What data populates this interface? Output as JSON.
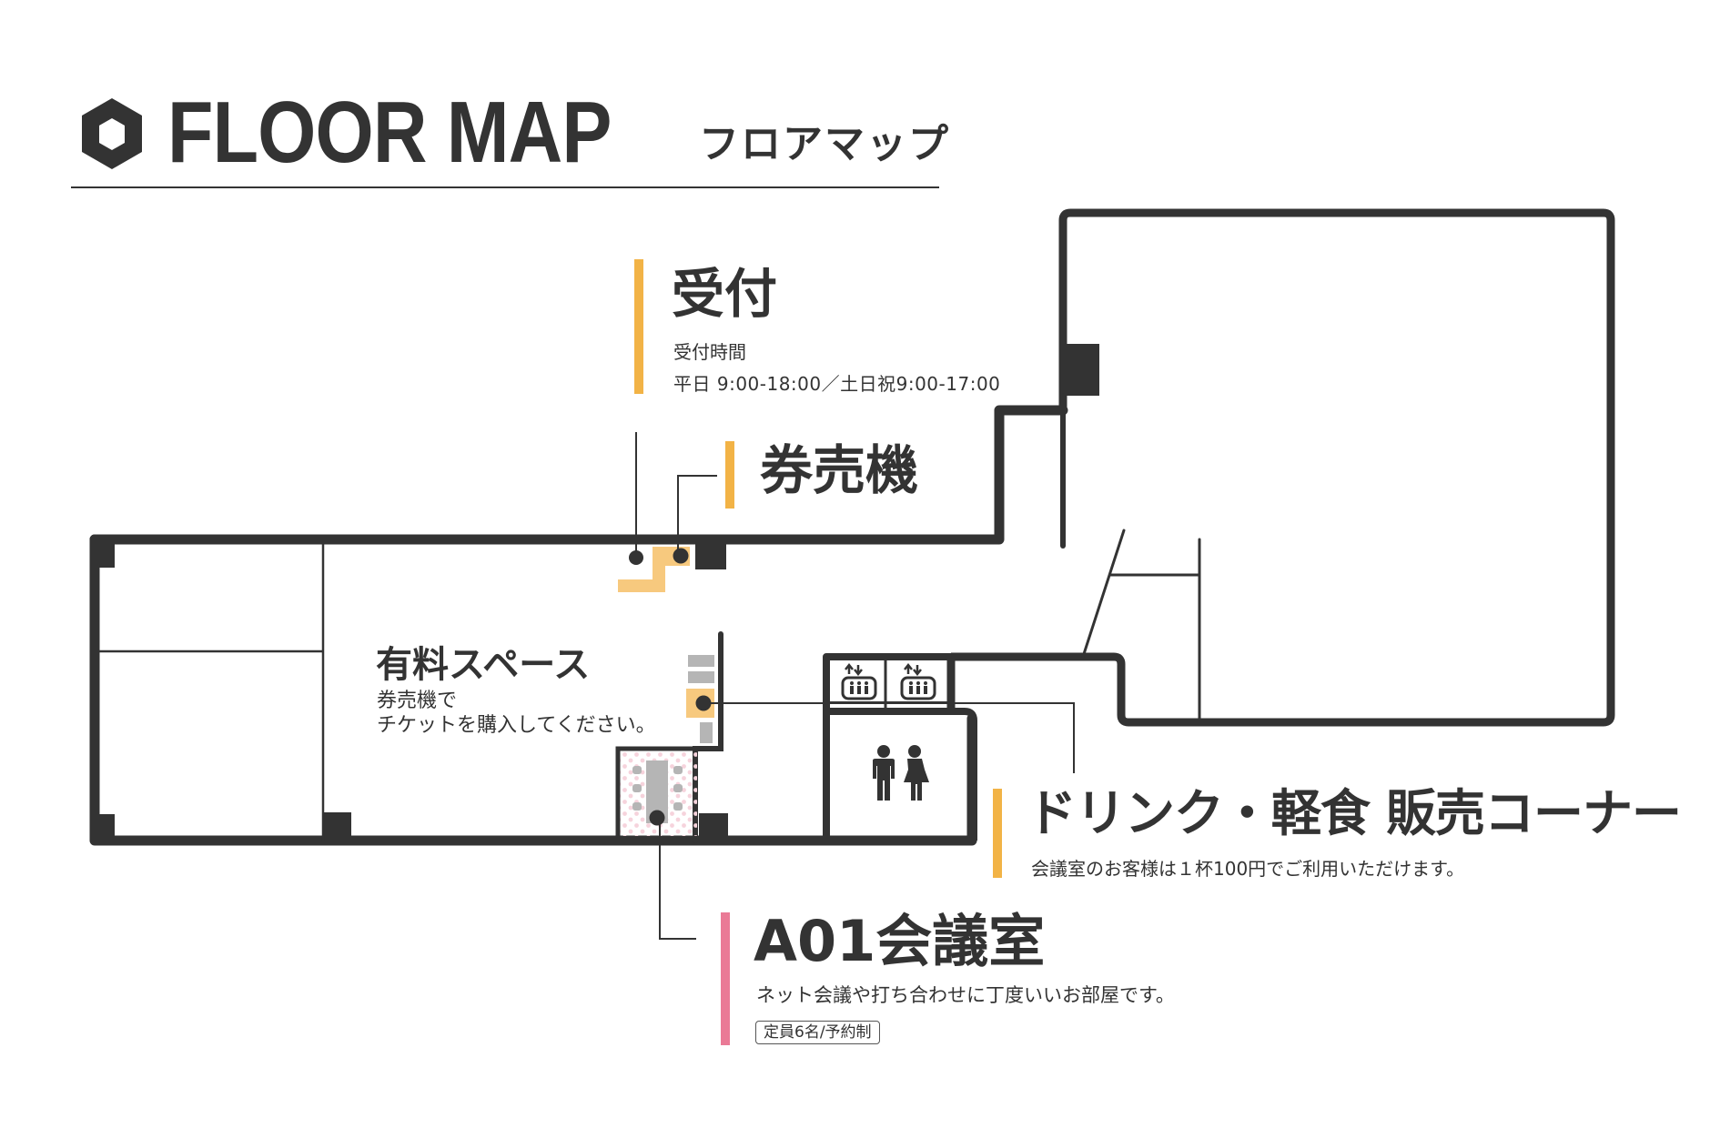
{
  "header": {
    "icon": "hexagon-icon",
    "title_en": "FLOOR MAP",
    "title_ja": "フロアマップ"
  },
  "colors": {
    "wall": "#333333",
    "accent_orange": "#f2b346",
    "accent_orange_light": "#f7c97e",
    "accent_pink": "#ea7a96",
    "furniture_gray": "#b5b5b5"
  },
  "labels": {
    "reception": {
      "title": "受付",
      "hours_label": "受付時間",
      "hours": "平日 9:00-18:00／土日祝9:00-17:00"
    },
    "ticket_machine": {
      "title": "券売機"
    },
    "paid_space": {
      "title": "有料スペース",
      "line1": "券売機で",
      "line2": "チケットを購入してください。"
    },
    "drink_corner": {
      "title": "ドリンク・軽食 販売コーナー",
      "note": "会議室のお客様は１杯100円でご利用いただけます。"
    },
    "meeting_room": {
      "title": "A01会議室",
      "description": "ネット会議や打ち合わせに丁度いいお部屋です。",
      "tag": "定員6名/予約制"
    }
  },
  "icons": {
    "elevators": [
      "elevator-icon",
      "elevator-icon"
    ],
    "restroom": "restroom-icon"
  }
}
